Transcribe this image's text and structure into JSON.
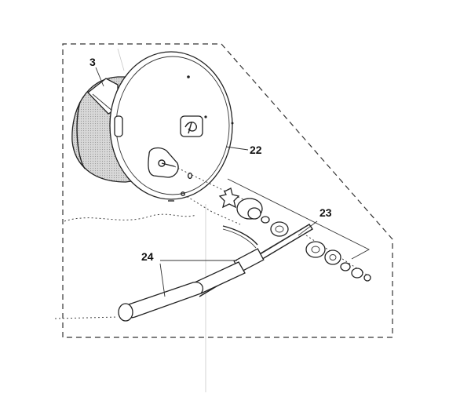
{
  "callouts": {
    "label_3": "3",
    "label_22": "22",
    "label_23": "23",
    "label_24": "24"
  },
  "colors": {
    "line": "#222222",
    "spool_fill": "#cfcfcf",
    "background": "#ffffff"
  }
}
